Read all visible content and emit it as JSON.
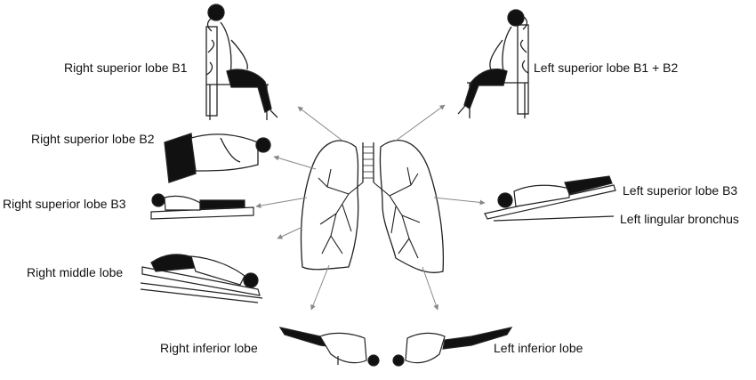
{
  "labels": {
    "right_superior_b1": "Right superior lobe B1",
    "left_superior_b1b2": "Left superior lobe B1 + B2",
    "right_superior_b2": "Right superior lobe B2",
    "right_superior_b3": "Right superior lobe B3",
    "left_superior_b3": "Left superior lobe B3",
    "left_lingular": "Left lingular bronchus",
    "right_middle": "Right middle lobe",
    "right_inferior": "Right inferior lobe",
    "left_inferior": "Left inferior lobe"
  },
  "colors": {
    "ink": "#222222",
    "fill": "#111111",
    "arrow": "#888888"
  }
}
